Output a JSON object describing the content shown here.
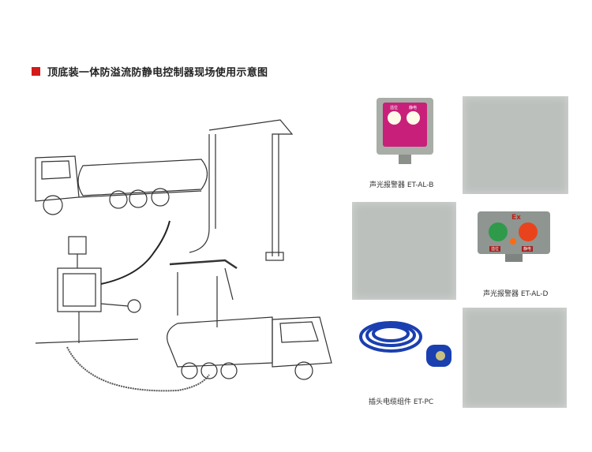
{
  "title": "顶底装一体防溢流防静电控制器现场使用示意图",
  "products": [
    {
      "caption": "声光报警器 ET-AL-B",
      "panel_labels": [
        "溢位",
        "静电"
      ]
    },
    {
      "caption": "声光报警器 ET-AL-D",
      "panel_labels": [
        "Ex",
        "溢位",
        "静电"
      ]
    },
    {
      "caption": "插头电缆组件 ET-PC"
    }
  ],
  "colors": {
    "accent": "#d41a1a",
    "placeholder": "#bcc0bd",
    "panel_pink": "#c8207a",
    "cable_blue": "#1a3fb0"
  }
}
